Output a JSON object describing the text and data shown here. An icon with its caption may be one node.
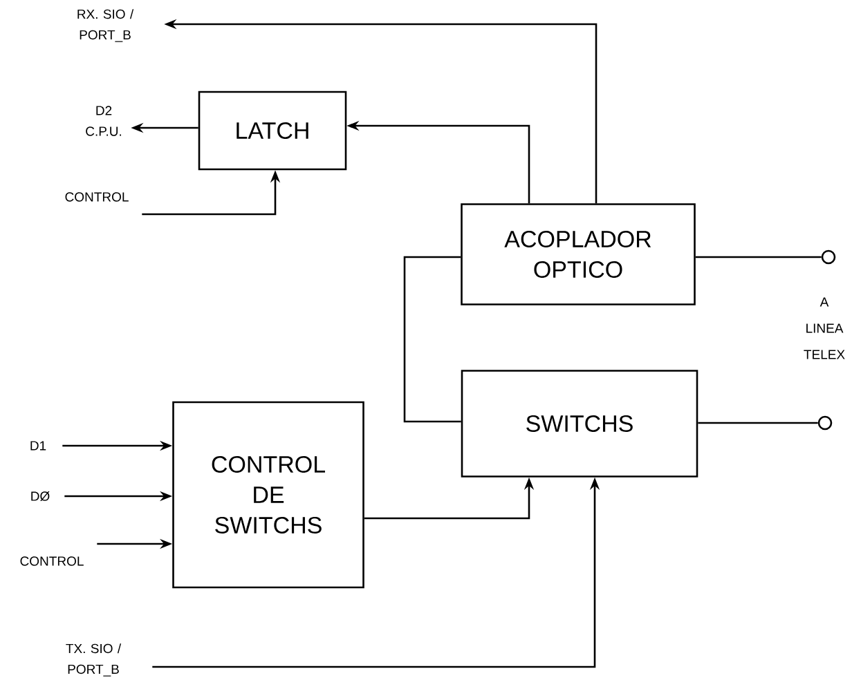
{
  "diagram": {
    "nodes": [
      {
        "text": [
          "RX. SIO / PORT_B"
        ]
      },
      {
        "text": [
          "D2 C.P.U."
        ]
      },
      {
        "text": [
          "LATCH"
        ]
      },
      {
        "text": [
          "CONTROL"
        ]
      },
      {
        "text": [
          "ACOPLADOR OPTICO"
        ]
      },
      {
        "text": [],
        "shape": "circle"
      },
      {
        "text": [
          "SWITCHS"
        ]
      },
      {
        "text": [],
        "shape": "circle"
      },
      {
        "text": [
          "D1"
        ]
      },
      {
        "text": [
          "DØ"
        ]
      },
      {
        "text": [
          "CONTROL"
        ]
      },
      {
        "text": [
          "CONTROL DE SWITCHS"
        ]
      },
      {
        "text": [
          "TX. SIO / PORT_B"
        ]
      }
    ],
    "edges": [
      {
        "from": 4,
        "to": 0,
        "arrow": "to"
      },
      {
        "from": 4,
        "to": 2,
        "arrow": "to"
      },
      {
        "from": 3,
        "to": 2,
        "arrow": "to"
      },
      {
        "from": 2,
        "to": 1,
        "arrow": "to"
      },
      {
        "from": 4,
        "to": 5,
        "arrow": "none"
      },
      {
        "from": 4,
        "to": 6,
        "arrow": "none"
      },
      {
        "from": 6,
        "to": 7,
        "arrow": "none"
      },
      {
        "from": 8,
        "to": 11,
        "arrow": "to"
      },
      {
        "from": 9,
        "to": 11,
        "arrow": "to"
      },
      {
        "from": 10,
        "to": 11,
        "arrow": "to"
      },
      {
        "from": 11,
        "to": 6,
        "arrow": "to"
      },
      {
        "from": 12,
        "to": 6,
        "arrow": "to"
      }
    ],
    "labels": [
      "A LINEA TELEX"
    ]
  }
}
